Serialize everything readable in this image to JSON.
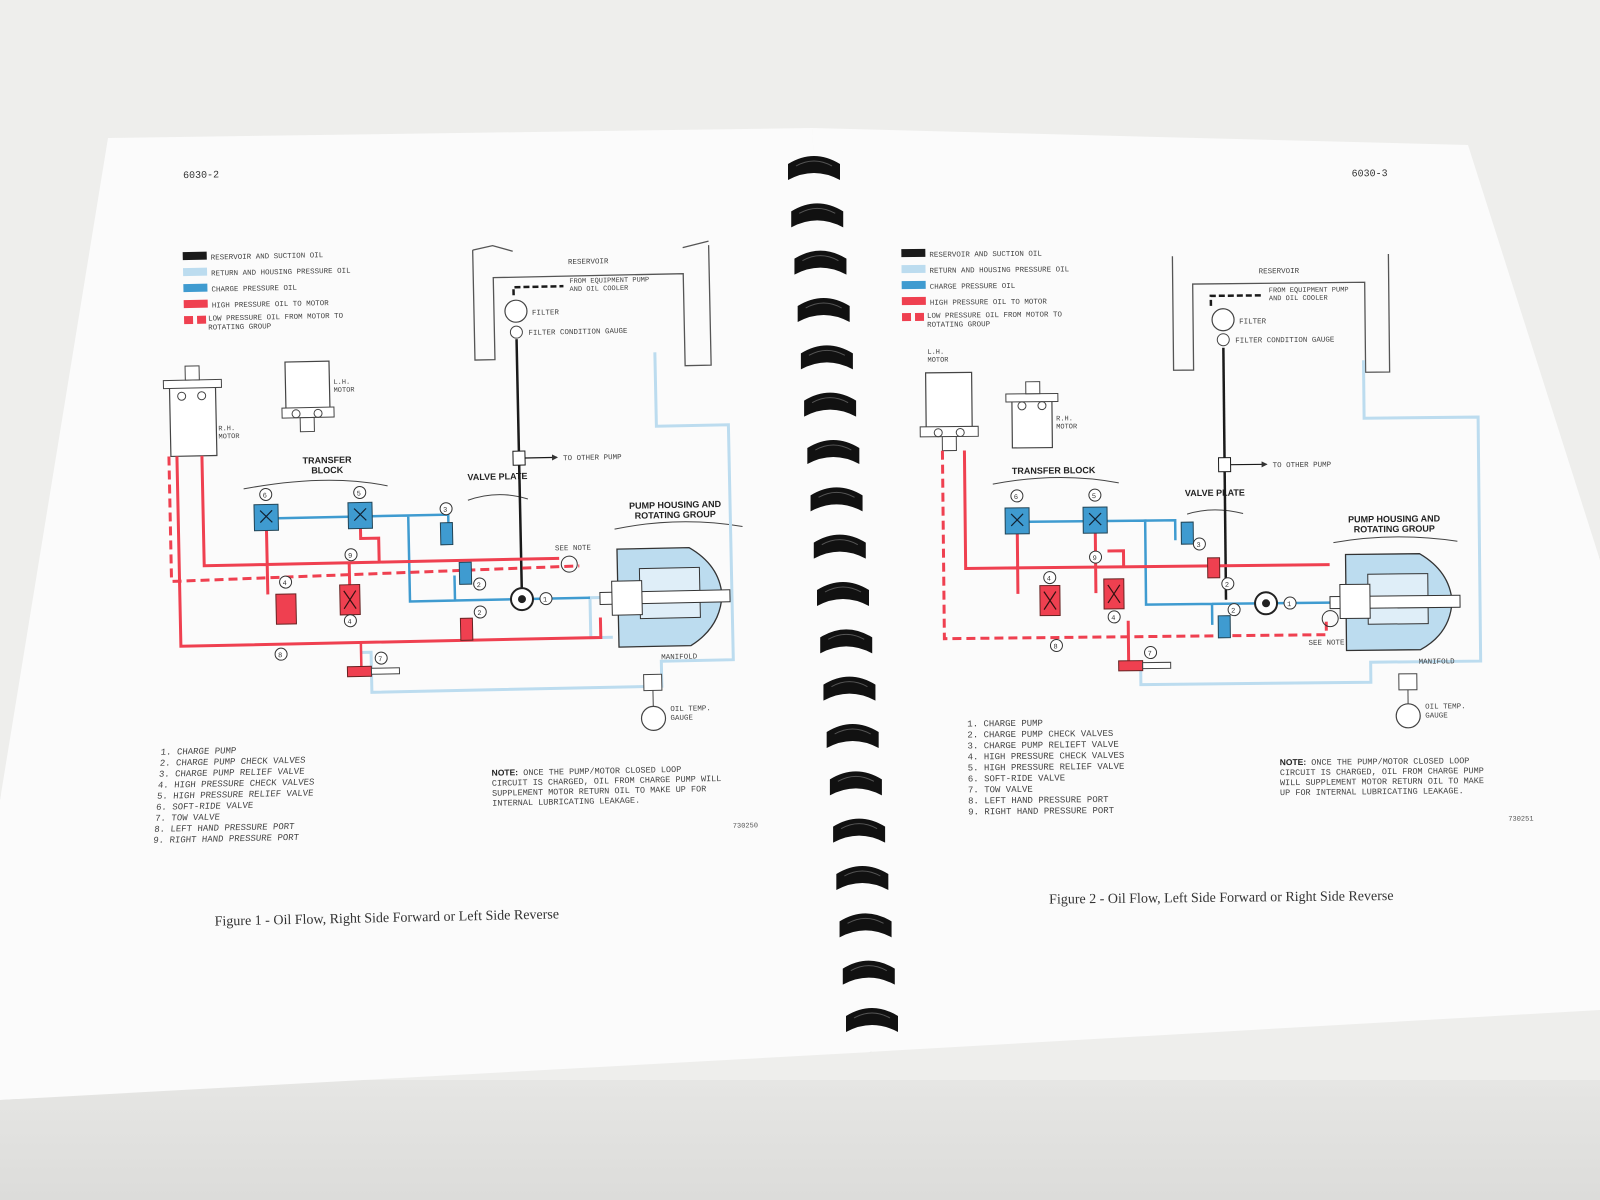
{
  "left_page": {
    "page_number": "6030-2",
    "legend": [
      {
        "label": "RESERVOIR AND SUCTION OIL",
        "color": "#1a1a1a",
        "style": "solid"
      },
      {
        "label": "RETURN AND HOUSING PRESSURE OIL",
        "color": "#bcdcef",
        "style": "solid"
      },
      {
        "label": "CHARGE PRESSURE OIL",
        "color": "#3f9bd0",
        "style": "solid"
      },
      {
        "label": "HIGH PRESSURE OIL TO MOTOR",
        "color": "#ef4050",
        "style": "solid"
      },
      {
        "label": "LOW PRESSURE OIL FROM MOTOR TO ROTATING GROUP",
        "color": "#ef4050",
        "style": "dashed"
      }
    ],
    "labels": {
      "reservoir": "RESERVOIR",
      "from_equipment": "FROM EQUIPMENT PUMP AND OIL COOLER",
      "filter": "FILTER",
      "filter_gauge": "FILTER CONDITION GAUGE",
      "rh_motor": "R.H. MOTOR",
      "lh_motor": "L.H. MOTOR",
      "transfer_block": "TRANSFER BLOCK",
      "to_other_pump": "TO OTHER PUMP",
      "valve_plate": "VALVE PLATE",
      "pump_housing": "PUMP HOUSING AND ROTATING GROUP",
      "see_note": "SEE NOTE",
      "manifold": "MANIFOLD",
      "oil_temp_gauge": "OIL TEMP. GAUGE"
    },
    "parts_list": [
      "1.  CHARGE PUMP",
      "2.  CHARGE PUMP CHECK VALVES",
      "3.  CHARGE PUMP RELIEF VALVE",
      "4.  HIGH PRESSURE CHECK VALVES",
      "5.  HIGH PRESSURE RELIEF VALVE",
      "6.  SOFT-RIDE VALVE",
      "7.  TOW VALVE",
      "8.  LEFT HAND PRESSURE PORT",
      "9.  RIGHT HAND PRESSURE PORT"
    ],
    "note_title": "NOTE:",
    "note_text": "ONCE THE PUMP/MOTOR CLOSED LOOP CIRCUIT IS CHARGED, OIL FROM CHARGE PUMP WILL SUPPLEMENT MOTOR RETURN OIL TO MAKE UP FOR INTERNAL LUBRICATING LEAKAGE.",
    "figure_code": "730250",
    "caption": "Figure 1 - Oil Flow, Right Side Forward or Left Side Reverse"
  },
  "right_page": {
    "page_number": "6030-3",
    "legend": [
      {
        "label": "RESERVOIR AND SUCTION OIL",
        "color": "#1a1a1a",
        "style": "solid"
      },
      {
        "label": "RETURN AND HOUSING PRESSURE OIL",
        "color": "#bcdcef",
        "style": "solid"
      },
      {
        "label": "CHARGE PRESSURE OIL",
        "color": "#3f9bd0",
        "style": "solid"
      },
      {
        "label": "HIGH PRESSURE OIL TO MOTOR",
        "color": "#ef4050",
        "style": "solid"
      },
      {
        "label": "LOW PRESSURE OIL FROM MOTOR TO ROTATING GROUP",
        "color": "#ef4050",
        "style": "dashed"
      }
    ],
    "labels": {
      "reservoir": "RESERVOIR",
      "from_equipment": "FROM EQUIPMENT PUMP AND OIL COOLER",
      "filter": "FILTER",
      "filter_gauge": "FILTER CONDITION GAUGE",
      "lh_motor": "L.H. MOTOR",
      "rh_motor": "R.H. MOTOR",
      "transfer_block": "TRANSFER BLOCK",
      "to_other_pump": "TO OTHER PUMP",
      "valve_plate": "VALVE PLATE",
      "pump_housing": "PUMP HOUSING AND ROTATING GROUP",
      "see_note": "SEE NOTE",
      "manifold": "MANIFOLD",
      "oil_temp_gauge": "OIL TEMP. GAUGE"
    },
    "parts_list": [
      "1.  CHARGE PUMP",
      "2.  CHARGE PUMP CHECK VALVES",
      "3.  CHARGE PUMP RELIEFT VALVE",
      "4.  HIGH PRESSURE CHECK VALVES",
      "5.  HIGH PRESSURE RELIEF VALVE",
      "6.  SOFT-RIDE VALVE",
      "7.  TOW VALVE",
      "8.  LEFT HAND PRESSURE PORT",
      "9.  RIGHT HAND PRESSURE PORT"
    ],
    "note_title": "NOTE:",
    "note_text": "ONCE THE PUMP/MOTOR CLOSED LOOP CIRCUIT IS CHARGED, OIL FROM CHARGE PUMP WILL SUPPLEMENT MOTOR RETURN OIL TO MAKE UP FOR INTERNAL LUBRICATING LEAKAGE.",
    "figure_code": "730251",
    "caption": "Figure 2 - Oil Flow, Left Side Forward or Right Side Reverse"
  },
  "callouts": [
    "1",
    "2",
    "3",
    "4",
    "5",
    "6",
    "7",
    "8",
    "9"
  ],
  "colors": {
    "suction": "#1a1a1a",
    "return": "#bcdcef",
    "charge": "#3f9bd0",
    "high": "#ef4050",
    "binding": "#111111"
  }
}
